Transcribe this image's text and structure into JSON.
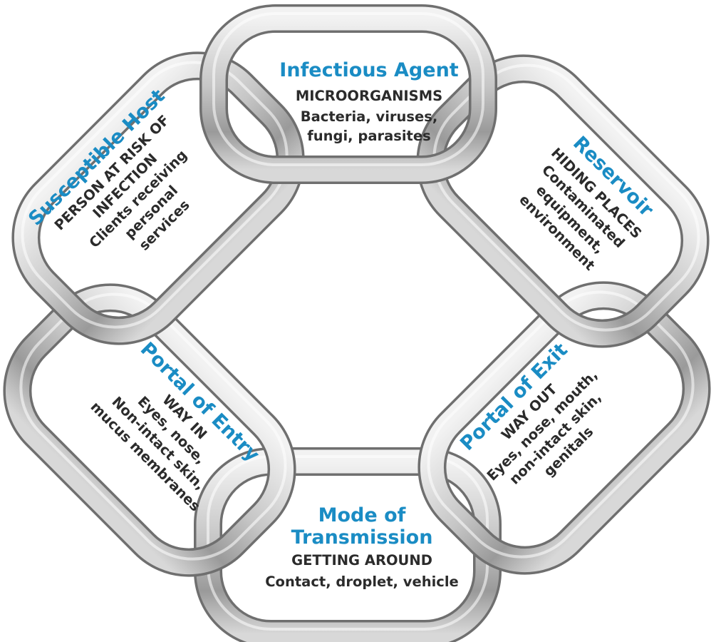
{
  "diagram": {
    "colors": {
      "title": "#1a8cc4",
      "text": "#2b2b2b",
      "metal_light": "#eeeeee",
      "metal_mid": "#b4b4b4",
      "metal_dark": "#6f6f6f"
    },
    "links": {
      "infectious_agent": {
        "title": "Infectious Agent",
        "subtitle": "MICROORGANISMS",
        "line1": "Bacteria, viruses,",
        "line2": "fungi, parasites"
      },
      "reservoir": {
        "title": "Reservoir",
        "subtitle": "HIDING PLACES",
        "line1": "Contaminated",
        "line2": "equipment,",
        "line3": "environment"
      },
      "portal_of_exit": {
        "title": "Portal of Exit",
        "subtitle": "WAY OUT",
        "line1": "Eyes, nose, mouth,",
        "line2": "non-intact skin,",
        "line3": "genitals"
      },
      "mode_of_transmission": {
        "title1": "Mode of",
        "title2": "Transmission",
        "subtitle": "GETTING AROUND",
        "line1": "Contact, droplet, vehicle"
      },
      "portal_of_entry": {
        "title": "Portal of Entry",
        "subtitle": "WAY IN",
        "line1": "Eyes, nose,",
        "line2": "Non-intact skin,",
        "line3": "mucus membranes"
      },
      "susceptible_host": {
        "title": "Susceptible Host",
        "subtitle1": "PERSON AT RISK OF",
        "subtitle2": "INFECTION",
        "line1": "Clients receiving",
        "line2": "personal",
        "line3": "services"
      }
    }
  }
}
